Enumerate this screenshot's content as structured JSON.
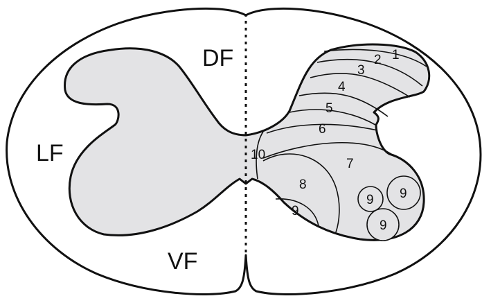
{
  "funiculi": {
    "dorsal": "DF",
    "lateral": "LF",
    "ventral": "VF"
  },
  "laminae": [
    "1",
    "2",
    "3",
    "4",
    "5",
    "6",
    "7",
    "8",
    "9",
    "9",
    "9",
    "9",
    "10"
  ],
  "colors": {
    "outline": "#111111",
    "grey_matter": "#e3e3e5",
    "white_matter": "#ffffff"
  }
}
